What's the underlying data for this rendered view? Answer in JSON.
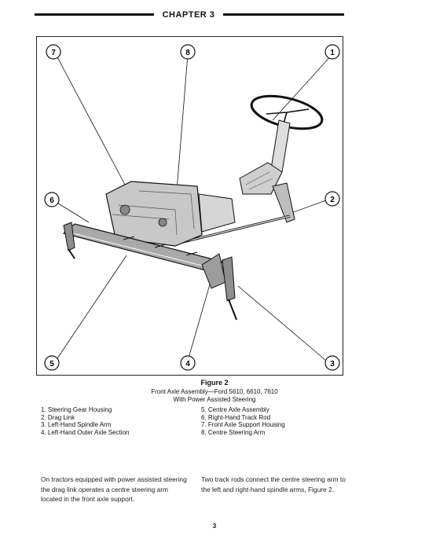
{
  "header": {
    "title": "CHAPTER 3"
  },
  "figure": {
    "callouts": [
      "7",
      "8",
      "1",
      "6",
      "2",
      "5",
      "4",
      "3"
    ],
    "caption_title": "Figure 2",
    "caption_line1": "Front Axle Assembly—Ford 5610, 6610, 7610",
    "caption_line2": "With Power Assisted Steering"
  },
  "legend": {
    "left": [
      "1.  Steering Gear Housing",
      "2.  Drag Link",
      "3.  Left-Hand Spindle Arm",
      "4.  Left-Hand Outer Axle Section"
    ],
    "right": [
      "5.  Centre Axle Assembly",
      "6.  Right-Hand Track Rod",
      "7.  Front Axle Support Housing",
      "8.  Centre Steering Arm"
    ]
  },
  "body": {
    "para_left": "On tractors equipped with power assisted steering the drag link operates a centre steering arm located in the front axle support.",
    "para_right": "Two track rods connect the centre steering arm to the left and right-hand spindle arms, Figure 2."
  },
  "page_number": "3"
}
